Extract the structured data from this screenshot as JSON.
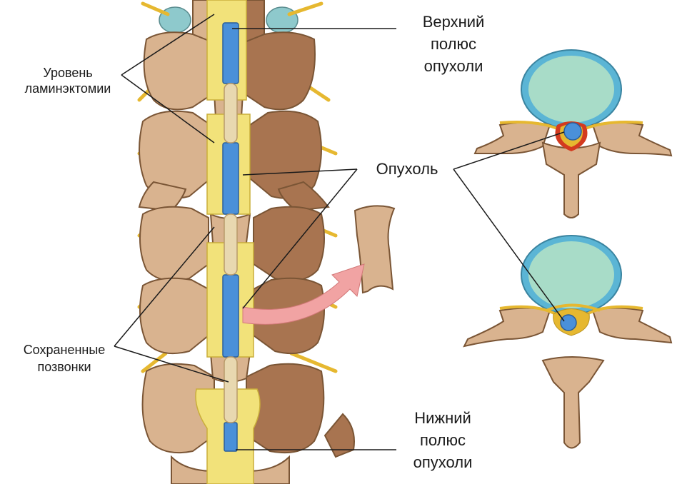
{
  "labels": {
    "laminectomy_level": [
      "Уровень",
      "ламинэктомии"
    ],
    "upper_pole": [
      "Верхний",
      "полюс",
      "опухоли"
    ],
    "tumor": "Опухоль",
    "preserved_vertebrae": [
      "Сохраненные",
      "позвонки"
    ],
    "lower_pole": [
      "Нижний",
      "полюс",
      "опухоли"
    ]
  },
  "colors": {
    "bone": "#d9b38f",
    "bone_dark": "#9c6b45",
    "bone_outline": "#7a5535",
    "spinal_cord": "#f2e27a",
    "tumor": "#4a90d9",
    "disc_blue": "#8ec9cc",
    "nerve": "#e6b830",
    "vertebral_body_fill": "#a8dcc8",
    "vertebral_body_rim": "#5bb5d5",
    "dura_red": "#d33a1f",
    "arrow": "#f1a3a3",
    "leader_line": "#1a1a1a"
  }
}
